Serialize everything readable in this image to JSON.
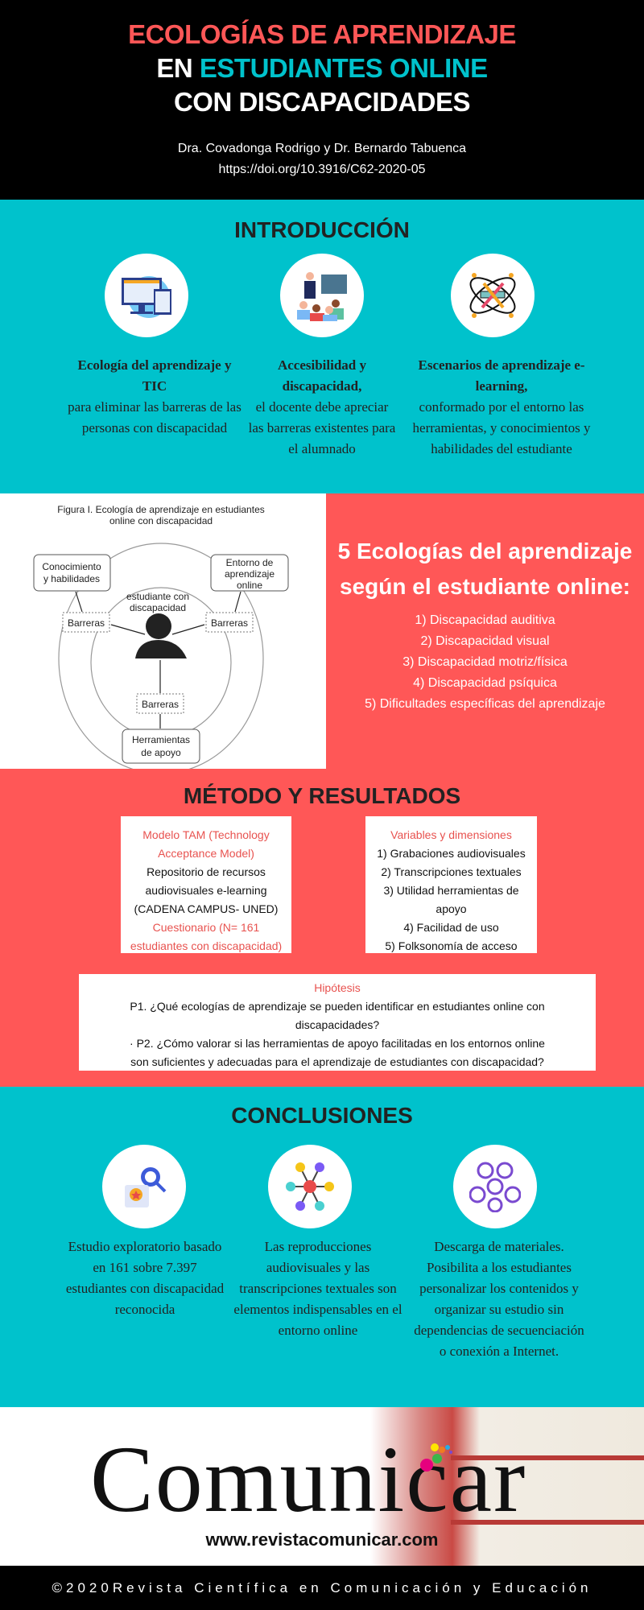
{
  "header": {
    "title_line1": "ECOLOGÍAS DE APRENDIZAJE",
    "title_line2_a": "EN",
    "title_line2_b": "ESTUDIANTES ONLINE",
    "title_line3": "CON DISCAPACIDADES",
    "authors": "Dra. Covadonga Rodrigo y Dr. Bernardo Tabuenca",
    "doi": "https://doi.org/10.3916/C62-2020-05"
  },
  "intro": {
    "title": "INTRODUCCIÓN",
    "items": [
      {
        "icon": "computer-tablet-icon",
        "bold": "Ecología del aprendizaje y TIC",
        "text": "para eliminar las barreras de las personas con discapacidad"
      },
      {
        "icon": "teacher-classroom-icon",
        "bold": "Accesibilidad y discapacidad,",
        "text": "el docente debe apreciar las barreras existentes para el alumnado"
      },
      {
        "icon": "tools-atom-icon",
        "bold": "Escenarios de aprendizaje e-learning,",
        "text": "conformado por el entorno las herramientas, y conocimientos y habilidades del estudiante"
      }
    ]
  },
  "figure": {
    "caption_1": "Figura I. Ecología de aprendizaje en estudiantes",
    "caption_2": "online con discapacidad",
    "know_1": "Conocimiento",
    "know_2": "y habilidades",
    "env_1": "Entorno de",
    "env_2": "aprendizaje",
    "env_3": "online",
    "student_1": "estudiante con",
    "student_2": "discapacidad",
    "barrier": "Barreras",
    "tools_1": "Herramientas",
    "tools_2": "de apoyo"
  },
  "ecologies": {
    "title_1": "5 Ecologías del aprendizaje",
    "title_2": "según el estudiante online:",
    "items": [
      "1) Discapacidad auditiva",
      "2) Discapacidad visual",
      "3) Discapacidad motriz/física",
      "4) Discapacidad psíquica",
      "5) Dificultades específicas del aprendizaje"
    ]
  },
  "method": {
    "title": "MÉTODO Y RESULTADOS",
    "left": {
      "model": "Modelo TAM (Technology Acceptance Model)",
      "repo": "Repositorio de recursos audiovisuales e-learning (CADENA CAMPUS- UNED)",
      "survey": "Cuestionario (N= 161 estudiantes con discapacidad)"
    },
    "right": {
      "title": "Variables y dimensiones",
      "items": [
        "1) Grabaciones audiovisuales",
        "2) Transcripciones textuales",
        "3) Utilidad herramientas de apoyo",
        "4) Facilidad de uso",
        "5) Folksonomía de acceso"
      ]
    },
    "hypothesis": {
      "title": "Hipótesis",
      "p1": "P1. ¿Qué ecologías de aprendizaje se pueden identificar en estudiantes online con discapacidades?",
      "p2": "· P2. ¿Cómo valorar si las herramientas de apoyo facilitadas en los entornos online son suficientes y adecuadas para el aprendizaje de estudiantes con discapacidad?"
    }
  },
  "conclusions": {
    "title": "CONCLUSIONES",
    "items": [
      {
        "icon": "award-search-icon",
        "text": "Estudio exploratorio basado en 161 sobre 7.397 estudiantes con discapacidad reconocida"
      },
      {
        "icon": "network-nodes-icon",
        "text": "Las reproducciones audiovisuales y las transcripciones textuales son elementos indispensables en el entorno online"
      },
      {
        "icon": "people-network-icon",
        "text": "Descarga de materiales. Posibilita a los estudiantes personalizar los contenidos y organizar su estudio sin dependencias de secuenciación o conexión a Internet."
      }
    ]
  },
  "brand": {
    "logo": "Comunicar",
    "url": "www.revistacomunicar.com"
  },
  "footer": {
    "text": "©2020Revista Científica en Comunicación y Educación"
  },
  "colors": {
    "cyan": "#00c2cc",
    "red": "#ff5757",
    "black": "#000000"
  }
}
